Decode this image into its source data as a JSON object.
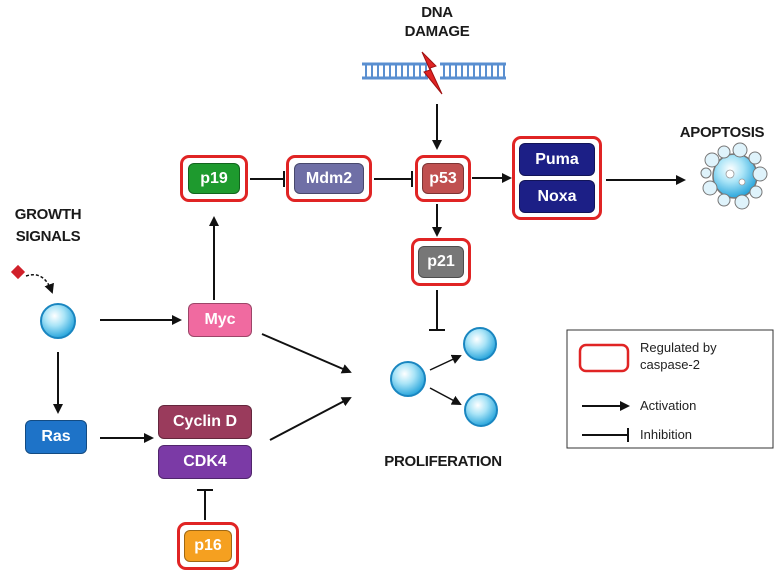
{
  "labels": {
    "dna_damage": [
      "DNA",
      "DAMAGE"
    ],
    "growth_signals": [
      "GROWTH",
      "SIGNALS"
    ],
    "apoptosis": "APOPTOSIS",
    "proliferation": "PROLIFERATION"
  },
  "nodes": {
    "p19": {
      "text": "p19",
      "color": "#1e9a2e"
    },
    "mdm2": {
      "text": "Mdm2",
      "color": "#6f6fa6"
    },
    "p53": {
      "text": "p53",
      "color": "#c05050"
    },
    "puma": {
      "text": "Puma",
      "color": "#1c1f86"
    },
    "noxa": {
      "text": "Noxa",
      "color": "#1c1f86"
    },
    "p21": {
      "text": "p21",
      "color": "#777777"
    },
    "myc": {
      "text": "Myc",
      "color": "#f06aa0"
    },
    "ras": {
      "text": "Ras",
      "color": "#1e73c8"
    },
    "cyclin_d": {
      "text": "Cyclin D",
      "color": "#9a3b5c"
    },
    "cdk4": {
      "text": "CDK4",
      "color": "#7b3aa6"
    },
    "p16": {
      "text": "p16",
      "color": "#f5a020"
    }
  },
  "legend": {
    "regulated": "Regulated by caspase-2",
    "activation": "Activation",
    "inhibition": "Inhibition"
  },
  "colors": {
    "regulated_border": "#e02424",
    "cell": "#5cc6ee",
    "dna": "#5a8fd0",
    "lightning": "#e02424",
    "signal": "#d0202a"
  }
}
